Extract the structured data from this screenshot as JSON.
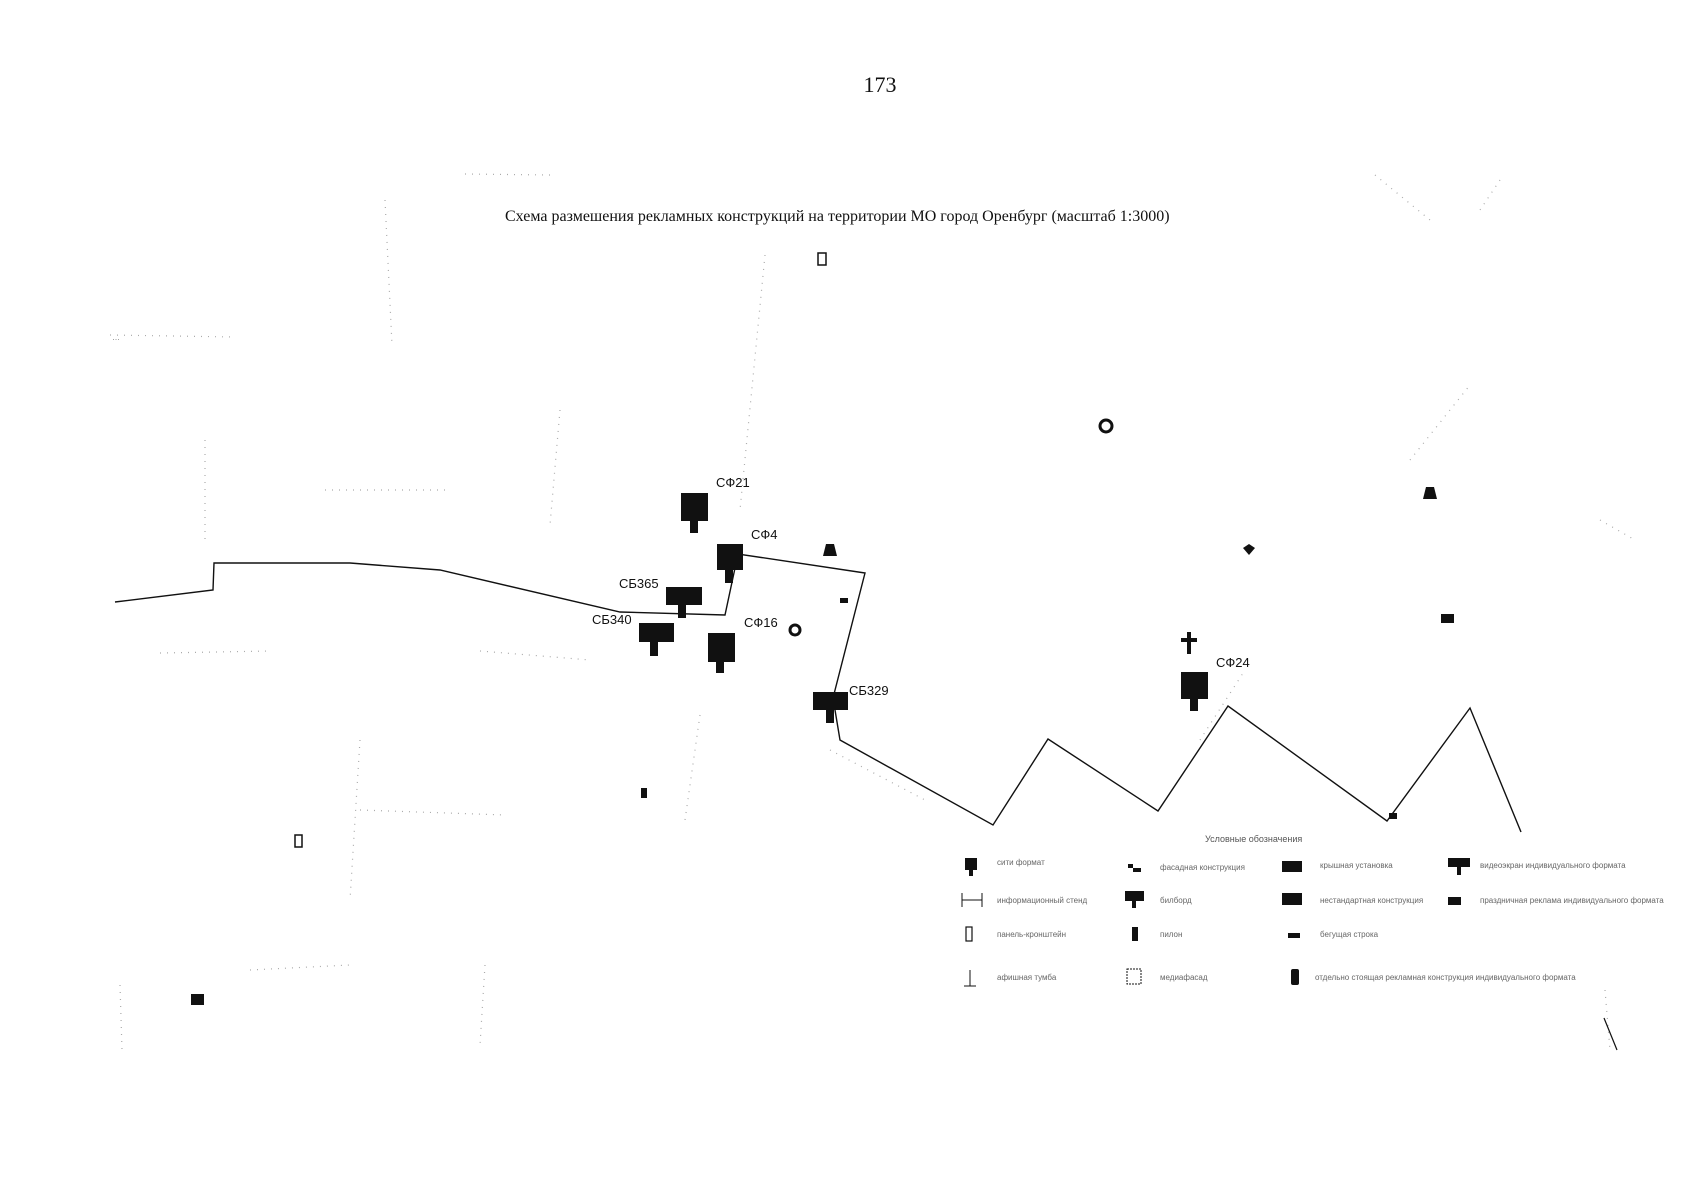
{
  "page": {
    "number": "173",
    "title": "Схема размешения рекламных конструкций на территории МО город Оренбург (масштаб 1:3000)"
  },
  "sites": [
    {
      "code": "СФ21",
      "type": "city-format"
    },
    {
      "code": "СФ4",
      "type": "city-format"
    },
    {
      "code": "СБ365",
      "type": "billboard"
    },
    {
      "code": "СБ340",
      "type": "billboard"
    },
    {
      "code": "СФ16",
      "type": "city-format"
    },
    {
      "code": "СБ329",
      "type": "billboard"
    },
    {
      "code": "СФ24",
      "type": "city-format"
    }
  ],
  "legend": {
    "title": "Условные обозначения",
    "items": [
      {
        "label": "сити формат",
        "icon": "city-format-icon"
      },
      {
        "label": "фасадная конструкция",
        "icon": "facade-icon"
      },
      {
        "label": "крышная установка",
        "icon": "roof-icon"
      },
      {
        "label": "видеоэкран индивидуального формата",
        "icon": "video-screen-icon"
      },
      {
        "label": "информационный стенд",
        "icon": "info-stand-icon"
      },
      {
        "label": "билборд",
        "icon": "billboard-icon"
      },
      {
        "label": "нестандартная конструкция",
        "icon": "nonstandard-icon"
      },
      {
        "label": "праздничная реклама индивидуального формата",
        "icon": "holiday-icon"
      },
      {
        "label": "панель-кронштейн",
        "icon": "bracket-panel-icon"
      },
      {
        "label": "пилон",
        "icon": "pylon-icon"
      },
      {
        "label": "бегущая строка",
        "icon": "running-line-icon"
      },
      {
        "label": "афишная тумба",
        "icon": "poster-column-icon"
      },
      {
        "label": "медиафасад",
        "icon": "media-facade-icon"
      },
      {
        "label": "отдельно стоящая рекламная конструкция индивидуального формата",
        "icon": "standalone-icon"
      }
    ]
  },
  "colors": {
    "ink": "#111111",
    "faint": "#888888",
    "background": "#ffffff"
  }
}
